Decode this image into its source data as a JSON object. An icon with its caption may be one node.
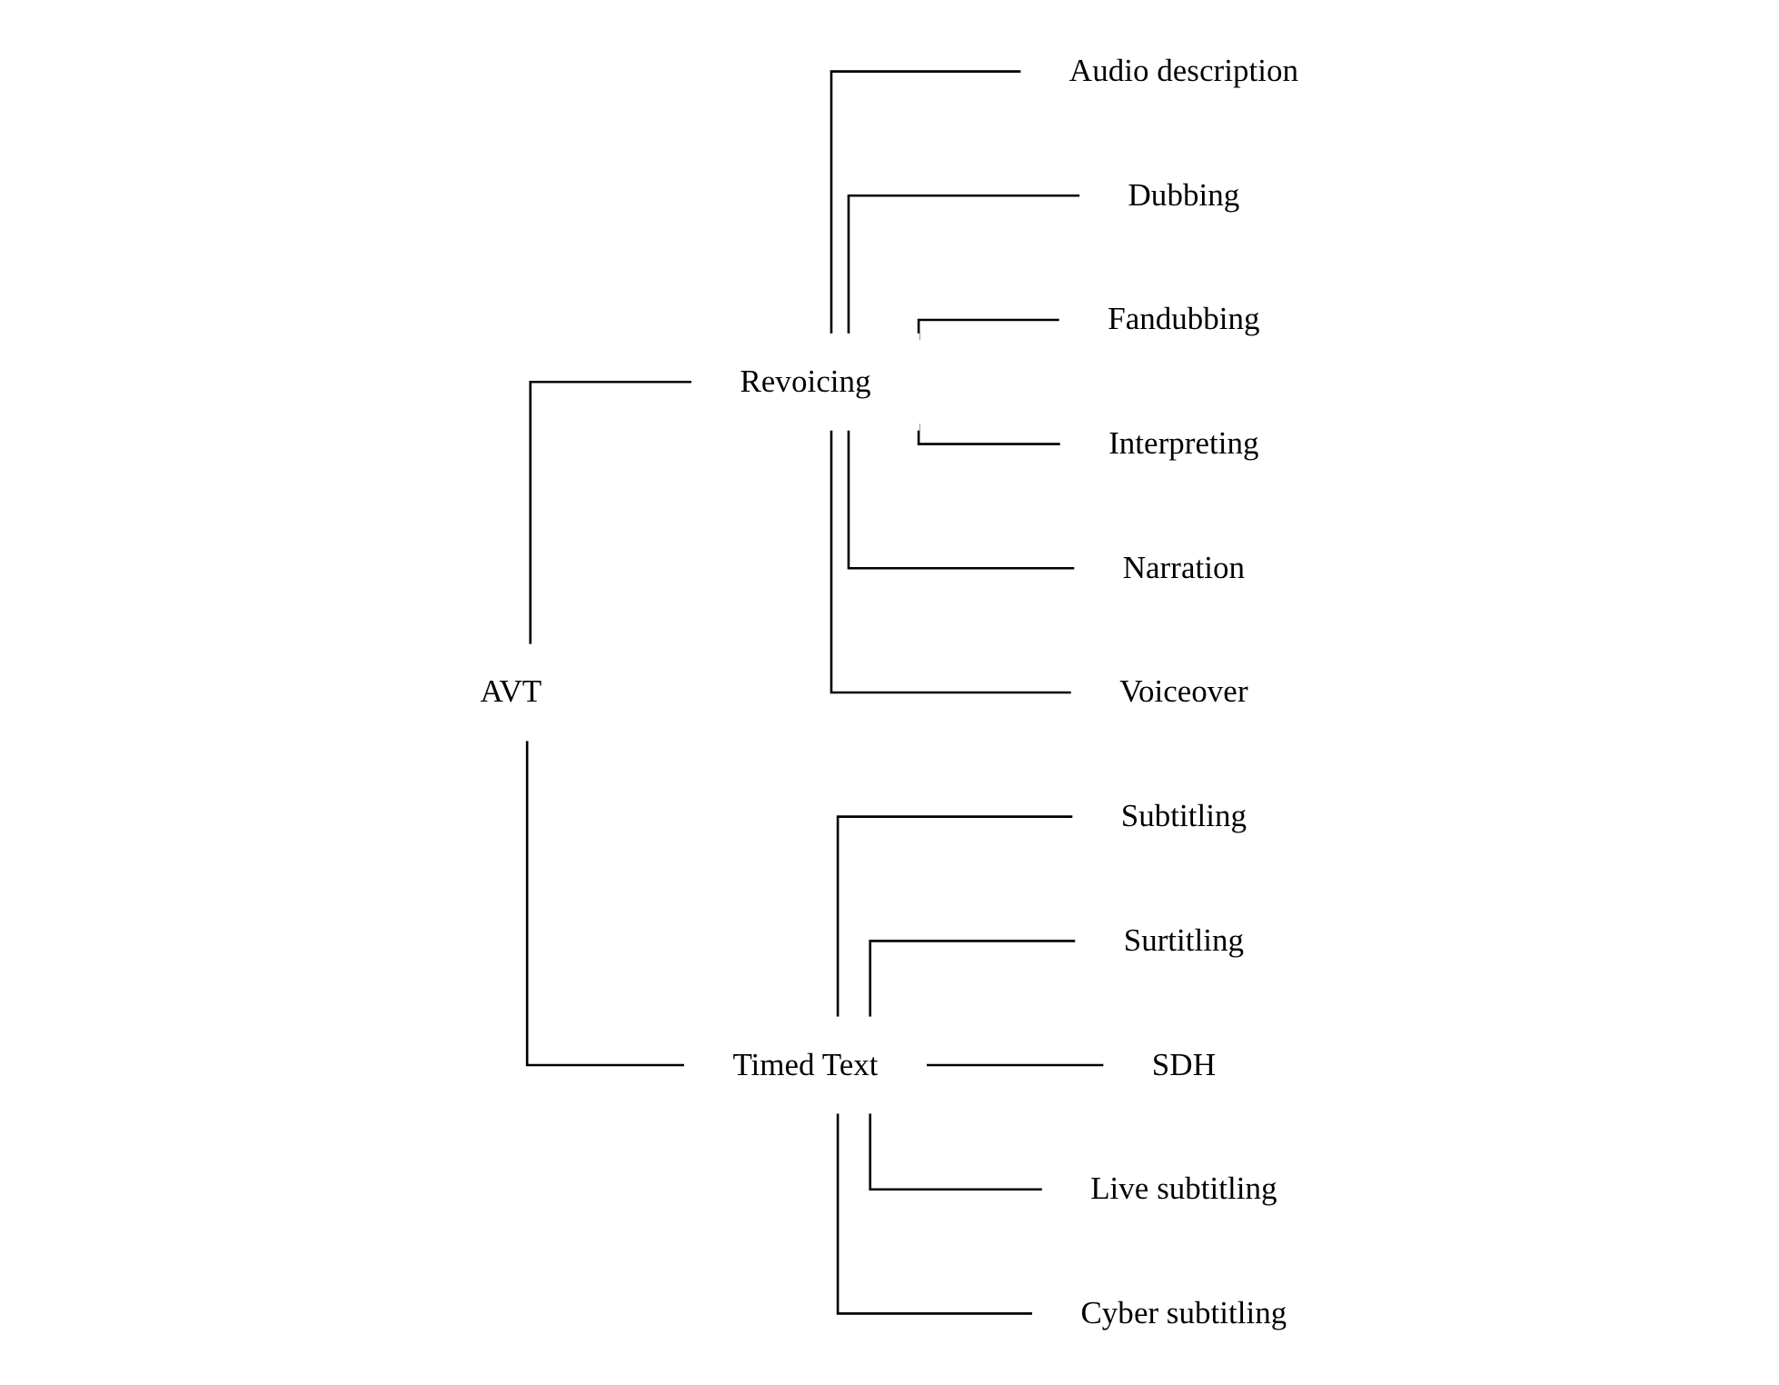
{
  "diagram": {
    "nodes": [
      {
        "text": [
          "AVT"
        ]
      },
      {
        "text": [
          "Revoicing"
        ]
      },
      {
        "text": [
          "Timed Text"
        ]
      },
      {
        "text": [
          "Audio description"
        ]
      },
      {
        "text": [
          "Dubbing"
        ]
      },
      {
        "text": [
          "Fandubbing"
        ]
      },
      {
        "text": [
          "Interpreting"
        ]
      },
      {
        "text": [
          "Narration"
        ]
      },
      {
        "text": [
          "Voiceover"
        ]
      },
      {
        "text": [
          "Subtitling"
        ]
      },
      {
        "text": [
          "Surtitling"
        ]
      },
      {
        "text": [
          "SDH"
        ]
      },
      {
        "text": [
          "Live subtitling"
        ]
      },
      {
        "text": [
          "Cyber subtitling"
        ]
      }
    ],
    "edges": [
      {
        "from": 0,
        "to": 1,
        "arrow": "none"
      },
      {
        "from": 0,
        "to": 2,
        "arrow": "none"
      },
      {
        "from": 1,
        "to": 3,
        "arrow": "none"
      },
      {
        "from": 1,
        "to": 4,
        "arrow": "none"
      },
      {
        "from": 1,
        "to": 5,
        "arrow": "none"
      },
      {
        "from": 1,
        "to": 6,
        "arrow": "none"
      },
      {
        "from": 1,
        "to": 7,
        "arrow": "none"
      },
      {
        "from": 1,
        "to": 8,
        "arrow": "none"
      },
      {
        "from": 2,
        "to": 9,
        "arrow": "none"
      },
      {
        "from": 2,
        "to": 10,
        "arrow": "none"
      },
      {
        "from": 2,
        "to": 11,
        "arrow": "none"
      },
      {
        "from": 2,
        "to": 12,
        "arrow": "none"
      },
      {
        "from": 2,
        "to": 13,
        "arrow": "none"
      }
    ]
  }
}
